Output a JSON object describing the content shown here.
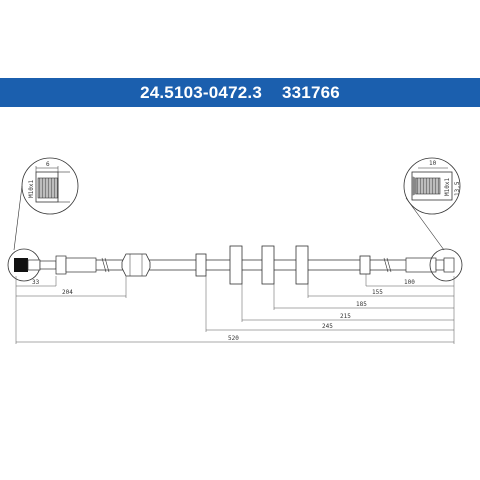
{
  "header": {
    "part_number": "24.5103-0472.3",
    "ref_number": "331766"
  },
  "left_detail": {
    "thread_label": "M10x1",
    "width_label": "6"
  },
  "right_detail": {
    "width_label": "10",
    "thread_label": "M10x1",
    "depth_label": "13,5"
  },
  "dimensions": [
    {
      "id": "d33",
      "value": "33"
    },
    {
      "id": "d204",
      "value": "204"
    },
    {
      "id": "d100",
      "value": "100"
    },
    {
      "id": "d155",
      "value": "155"
    },
    {
      "id": "d185",
      "value": "185"
    },
    {
      "id": "d215",
      "value": "215"
    },
    {
      "id": "d245",
      "value": "245"
    },
    {
      "id": "d520",
      "value": "520"
    }
  ]
}
